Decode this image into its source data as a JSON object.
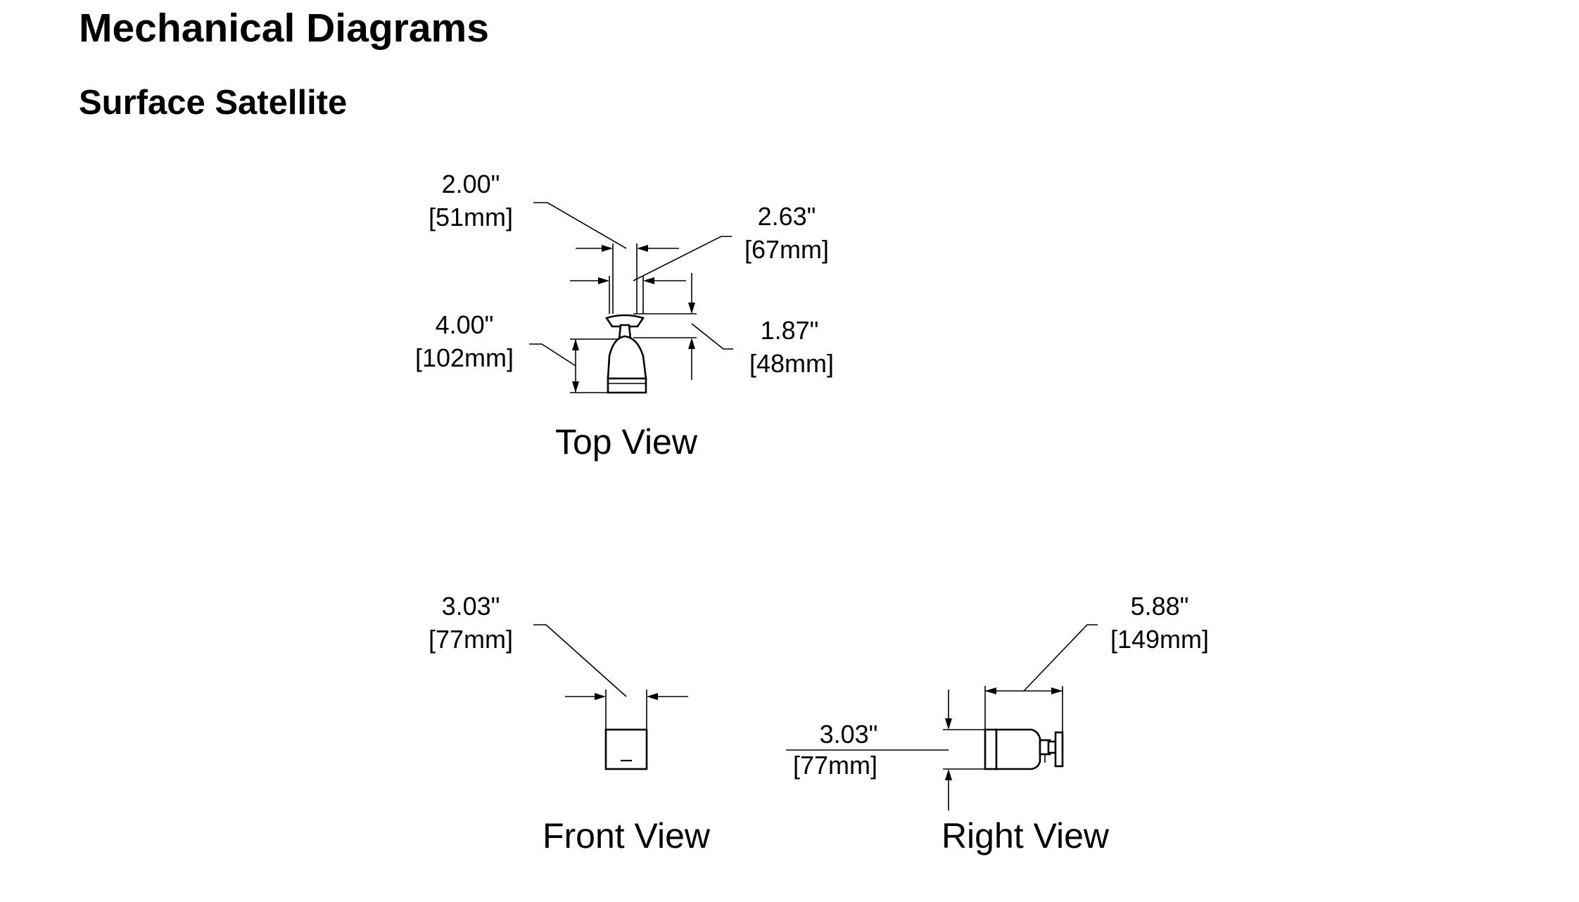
{
  "page": {
    "title": "Mechanical Diagrams",
    "subtitle": "Surface Satellite"
  },
  "views": {
    "top": {
      "label": "Top View",
      "dim_width_small": {
        "inches": "2.00\"",
        "mm": "[51mm]"
      },
      "dim_width_large": {
        "inches": "2.63\"",
        "mm": "[67mm]"
      },
      "dim_length": {
        "inches": "4.00\"",
        "mm": "[102mm]"
      },
      "dim_neck": {
        "inches": "1.87\"",
        "mm": "[48mm]"
      }
    },
    "front": {
      "label": "Front View",
      "dim_width": {
        "inches": "3.03\"",
        "mm": "[77mm]"
      }
    },
    "right": {
      "label": "Right View",
      "dim_length": {
        "inches": "5.88\"",
        "mm": "[149mm]"
      },
      "dim_height": {
        "inches": "3.03\"",
        "mm": "[77mm]"
      }
    }
  }
}
